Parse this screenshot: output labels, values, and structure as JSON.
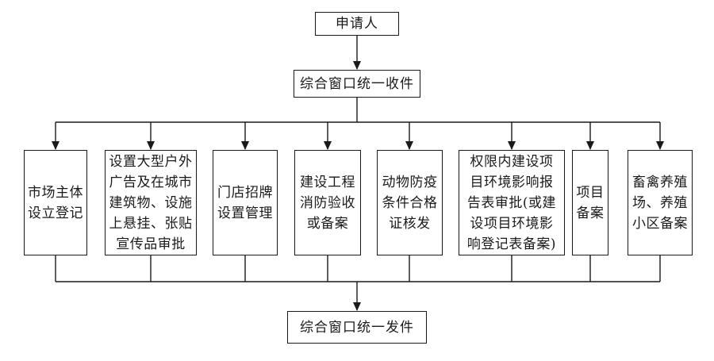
{
  "flow": {
    "applicant": {
      "id": "applicant",
      "label": "申请人"
    },
    "intake": {
      "id": "intake",
      "label": "综合窗口统一收件"
    },
    "services": [
      {
        "id": "service-0",
        "label": "市场主体\n设立登记"
      },
      {
        "id": "service-1",
        "label": "设置大型户外\n广告及在城市\n建筑物、设施\n上悬挂、张贴\n宣传品审批"
      },
      {
        "id": "service-2",
        "label": "门店招牌\n设置管理"
      },
      {
        "id": "service-3",
        "label": "建设工程\n消防验收\n或备案"
      },
      {
        "id": "service-4",
        "label": "动物防疫\n条件合格\n证核发"
      },
      {
        "id": "service-5",
        "label": "权限内建设项\n目环境影响报\n告表审批(或建\n设项目环境影\n响登记表备案)"
      },
      {
        "id": "service-6",
        "label": "项目\n备案"
      },
      {
        "id": "service-7",
        "label": "畜禽养殖\n场、养殖\n小区备案"
      }
    ],
    "dispatch": {
      "id": "dispatch",
      "label": "综合窗口统一发件"
    },
    "edges": [
      {
        "from": "applicant",
        "to": "intake"
      },
      {
        "from": "intake",
        "to": "service-0"
      },
      {
        "from": "intake",
        "to": "service-1"
      },
      {
        "from": "intake",
        "to": "service-2"
      },
      {
        "from": "intake",
        "to": "service-3"
      },
      {
        "from": "intake",
        "to": "service-4"
      },
      {
        "from": "intake",
        "to": "service-5"
      },
      {
        "from": "intake",
        "to": "service-6"
      },
      {
        "from": "intake",
        "to": "service-7"
      },
      {
        "from": "service-0",
        "to": "dispatch"
      },
      {
        "from": "service-1",
        "to": "dispatch"
      },
      {
        "from": "service-2",
        "to": "dispatch"
      },
      {
        "from": "service-3",
        "to": "dispatch"
      },
      {
        "from": "service-4",
        "to": "dispatch"
      },
      {
        "from": "service-5",
        "to": "dispatch"
      },
      {
        "from": "service-6",
        "to": "dispatch"
      },
      {
        "from": "service-7",
        "to": "dispatch"
      }
    ],
    "colors": {
      "line": "#1a1a1a",
      "box_border": "#1a1a1a",
      "box_fill": "#ffffff",
      "text": "#1a1a1a",
      "background": "#ffffff"
    }
  }
}
